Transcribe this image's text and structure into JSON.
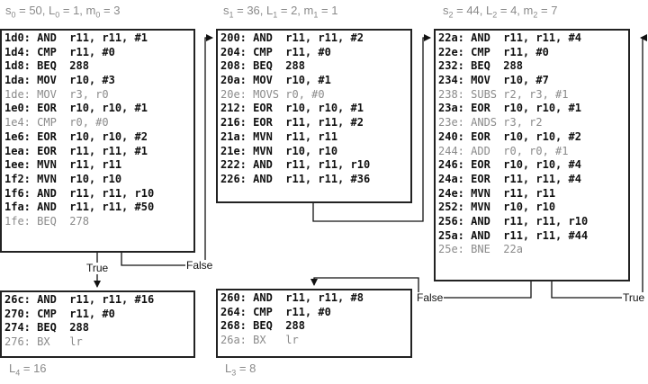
{
  "headers": {
    "b0": [
      {
        "t": "s"
      },
      {
        "s": "0"
      },
      {
        "t": " = 50, L"
      },
      {
        "s": "0"
      },
      {
        "t": " = 1, m"
      },
      {
        "s": "0"
      },
      {
        "t": " = 3"
      }
    ],
    "b1": [
      {
        "t": "s"
      },
      {
        "s": "1"
      },
      {
        "t": " = 36, L"
      },
      {
        "s": "1"
      },
      {
        "t": " = 2, m"
      },
      {
        "s": "1"
      },
      {
        "t": " = 1"
      }
    ],
    "b2": [
      {
        "t": "s"
      },
      {
        "s": "2"
      },
      {
        "t": " = 44, L"
      },
      {
        "s": "2"
      },
      {
        "t": " = 4, m"
      },
      {
        "s": "2"
      },
      {
        "t": " = 7"
      }
    ],
    "b4": [
      {
        "t": "L"
      },
      {
        "s": "4"
      },
      {
        "t": " = 16"
      }
    ],
    "b3": [
      {
        "t": "L"
      },
      {
        "s": "3"
      },
      {
        "t": " = 8"
      }
    ]
  },
  "blocks": {
    "b0": [
      {
        "text": "1d0: AND  r11, r11, #1",
        "dim": false
      },
      {
        "text": "1d4: CMP  r11, #0",
        "dim": false
      },
      {
        "text": "1d8: BEQ  288",
        "dim": false
      },
      {
        "text": "1da: MOV  r10, #3",
        "dim": false
      },
      {
        "text": "1de: MOV  r3, r0",
        "dim": true
      },
      {
        "text": "1e0: EOR  r10, r10, #1",
        "dim": false
      },
      {
        "text": "1e4: CMP  r0, #0",
        "dim": true
      },
      {
        "text": "1e6: EOR  r10, r10, #2",
        "dim": false
      },
      {
        "text": "1ea: EOR  r11, r11, #1",
        "dim": false
      },
      {
        "text": "1ee: MVN  r11, r11",
        "dim": false
      },
      {
        "text": "1f2: MVN  r10, r10",
        "dim": false
      },
      {
        "text": "1f6: AND  r11, r11, r10",
        "dim": false
      },
      {
        "text": "1fa: AND  r11, r11, #50",
        "dim": false
      },
      {
        "text": "1fe: BEQ  278",
        "dim": true
      }
    ],
    "b1": [
      {
        "text": "200: AND  r11, r11, #2",
        "dim": false
      },
      {
        "text": "204: CMP  r11, #0",
        "dim": false
      },
      {
        "text": "208: BEQ  288",
        "dim": false
      },
      {
        "text": "20a: MOV  r10, #1",
        "dim": false
      },
      {
        "text": "20e: MOVS r0, #0",
        "dim": true
      },
      {
        "text": "212: EOR  r10, r10, #1",
        "dim": false
      },
      {
        "text": "216: EOR  r11, r11, #2",
        "dim": false
      },
      {
        "text": "21a: MVN  r11, r11",
        "dim": false
      },
      {
        "text": "21e: MVN  r10, r10",
        "dim": false
      },
      {
        "text": "222: AND  r11, r11, r10",
        "dim": false
      },
      {
        "text": "226: AND  r11, r11, #36",
        "dim": false
      }
    ],
    "b2": [
      {
        "text": "22a: AND  r11, r11, #4",
        "dim": false
      },
      {
        "text": "22e: CMP  r11, #0",
        "dim": false
      },
      {
        "text": "232: BEQ  288",
        "dim": false
      },
      {
        "text": "234: MOV  r10, #7",
        "dim": false
      },
      {
        "text": "238: SUBS r2, r3, #1",
        "dim": true
      },
      {
        "text": "23a: EOR  r10, r10, #1",
        "dim": false
      },
      {
        "text": "23e: ANDS r3, r2",
        "dim": true
      },
      {
        "text": "240: EOR  r10, r10, #2",
        "dim": false
      },
      {
        "text": "244: ADD  r0, r0, #1",
        "dim": true
      },
      {
        "text": "246: EOR  r10, r10, #4",
        "dim": false
      },
      {
        "text": "24a: EOR  r11, r11, #4",
        "dim": false
      },
      {
        "text": "24e: MVN  r11, r11",
        "dim": false
      },
      {
        "text": "252: MVN  r10, r10",
        "dim": false
      },
      {
        "text": "256: AND  r11, r11, r10",
        "dim": false
      },
      {
        "text": "25a: AND  r11, r11, #44",
        "dim": false
      },
      {
        "text": "25e: BNE  22a",
        "dim": true
      }
    ],
    "b4": [
      {
        "text": "26c: AND  r11, r11, #16",
        "dim": false
      },
      {
        "text": "270: CMP  r11, #0",
        "dim": false
      },
      {
        "text": "274: BEQ  288",
        "dim": false
      },
      {
        "text": "276: BX   lr",
        "dim": true
      }
    ],
    "b3": [
      {
        "text": "260: AND  r11, r11, #8",
        "dim": false
      },
      {
        "text": "264: CMP  r11, #0",
        "dim": false
      },
      {
        "text": "268: BEQ  288",
        "dim": false
      },
      {
        "text": "26a: BX   lr",
        "dim": true
      }
    ]
  },
  "edge_labels": {
    "b0_true": "True",
    "b0_false": "False",
    "b2_false": "False",
    "b2_true": "True"
  }
}
